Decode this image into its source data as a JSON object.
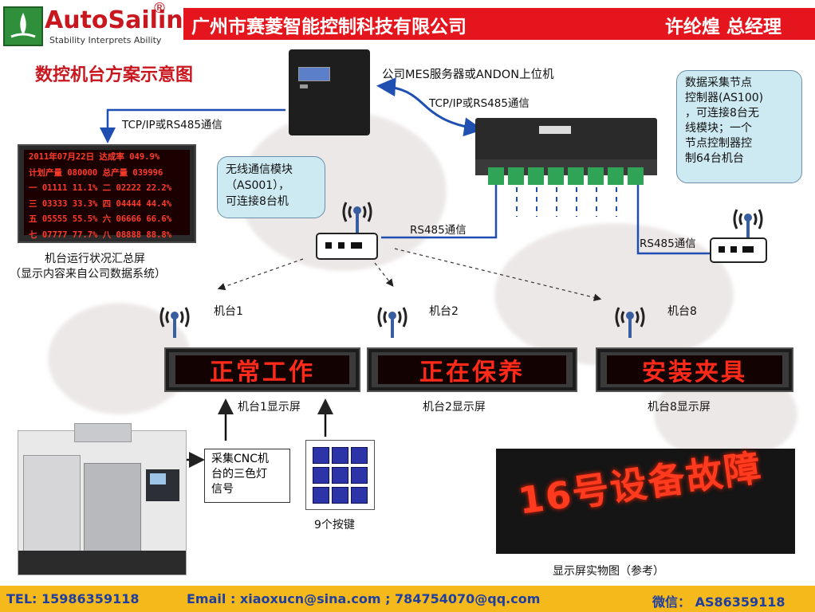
{
  "header": {
    "logo_name": "AutoSailin",
    "logo_reg": "®",
    "logo_slogan": "Stability Interprets Ability",
    "company": "广州市赛菱智能控制科技有限公司",
    "manager": "许纶煌  总经理"
  },
  "title": "数控机台方案示意图",
  "server": {
    "label": "公司MES服务器或ANDON上位机"
  },
  "links": {
    "left": "TCP/IP或RS485通信",
    "right": "TCP/IP或RS485通信",
    "rs485_a": "RS485通信",
    "rs485_b": "RS485通信"
  },
  "node_callout": {
    "text_lines": [
      "数据采集节点",
      "控制器(AS100)",
      "，可连接8台无",
      "线模块；一个",
      "节点控制器控",
      "制64台机台"
    ]
  },
  "wireless_callout": {
    "text_lines": [
      "无线通信模块",
      "（AS001），",
      "可连接8台机"
    ]
  },
  "summary_screen": {
    "rows": [
      "2011年07月22日  达成率 049.9%",
      "计划产量 080000 总产量 039996",
      "一 01111 11.1%  二 02222 22.2%",
      "三 03333 33.3%  四 04444 44.4%",
      "五 05555 55.5%  六 06666 66.6%",
      "七 07777 77.7%  八 08888 88.8%"
    ],
    "caption_line1": "机台运行状况汇总屏",
    "caption_line2": "（显示内容来自公司数据系统）"
  },
  "machines": [
    {
      "label": "机台1",
      "screen_text": "正常工作",
      "screen_caption": "机台1显示屏"
    },
    {
      "label": "机台2",
      "screen_text": "正在保养",
      "screen_caption": "机台2显示屏"
    },
    {
      "label": "机台8",
      "screen_text": "安装夹具",
      "screen_caption": "机台8显示屏"
    }
  ],
  "signal_box": {
    "text_lines": [
      "采集CNC机",
      "台的三色灯",
      "信号"
    ]
  },
  "keypad": {
    "caption": "9个按键"
  },
  "photo": {
    "led_text": "16号设备故障",
    "caption": "显示屏实物图（参考）"
  },
  "footer": {
    "tel": "TEL: 15986359118",
    "email": "Email : xiaoxucn@sina.com   ;   784754070@qq.com",
    "wechat": "微信：  AS86359118"
  },
  "colors": {
    "brand_red": "#e5151e",
    "footer_yellow": "#f5b91b",
    "link_blue": "#1f4fb0",
    "led_red": "#ff2a1a"
  }
}
